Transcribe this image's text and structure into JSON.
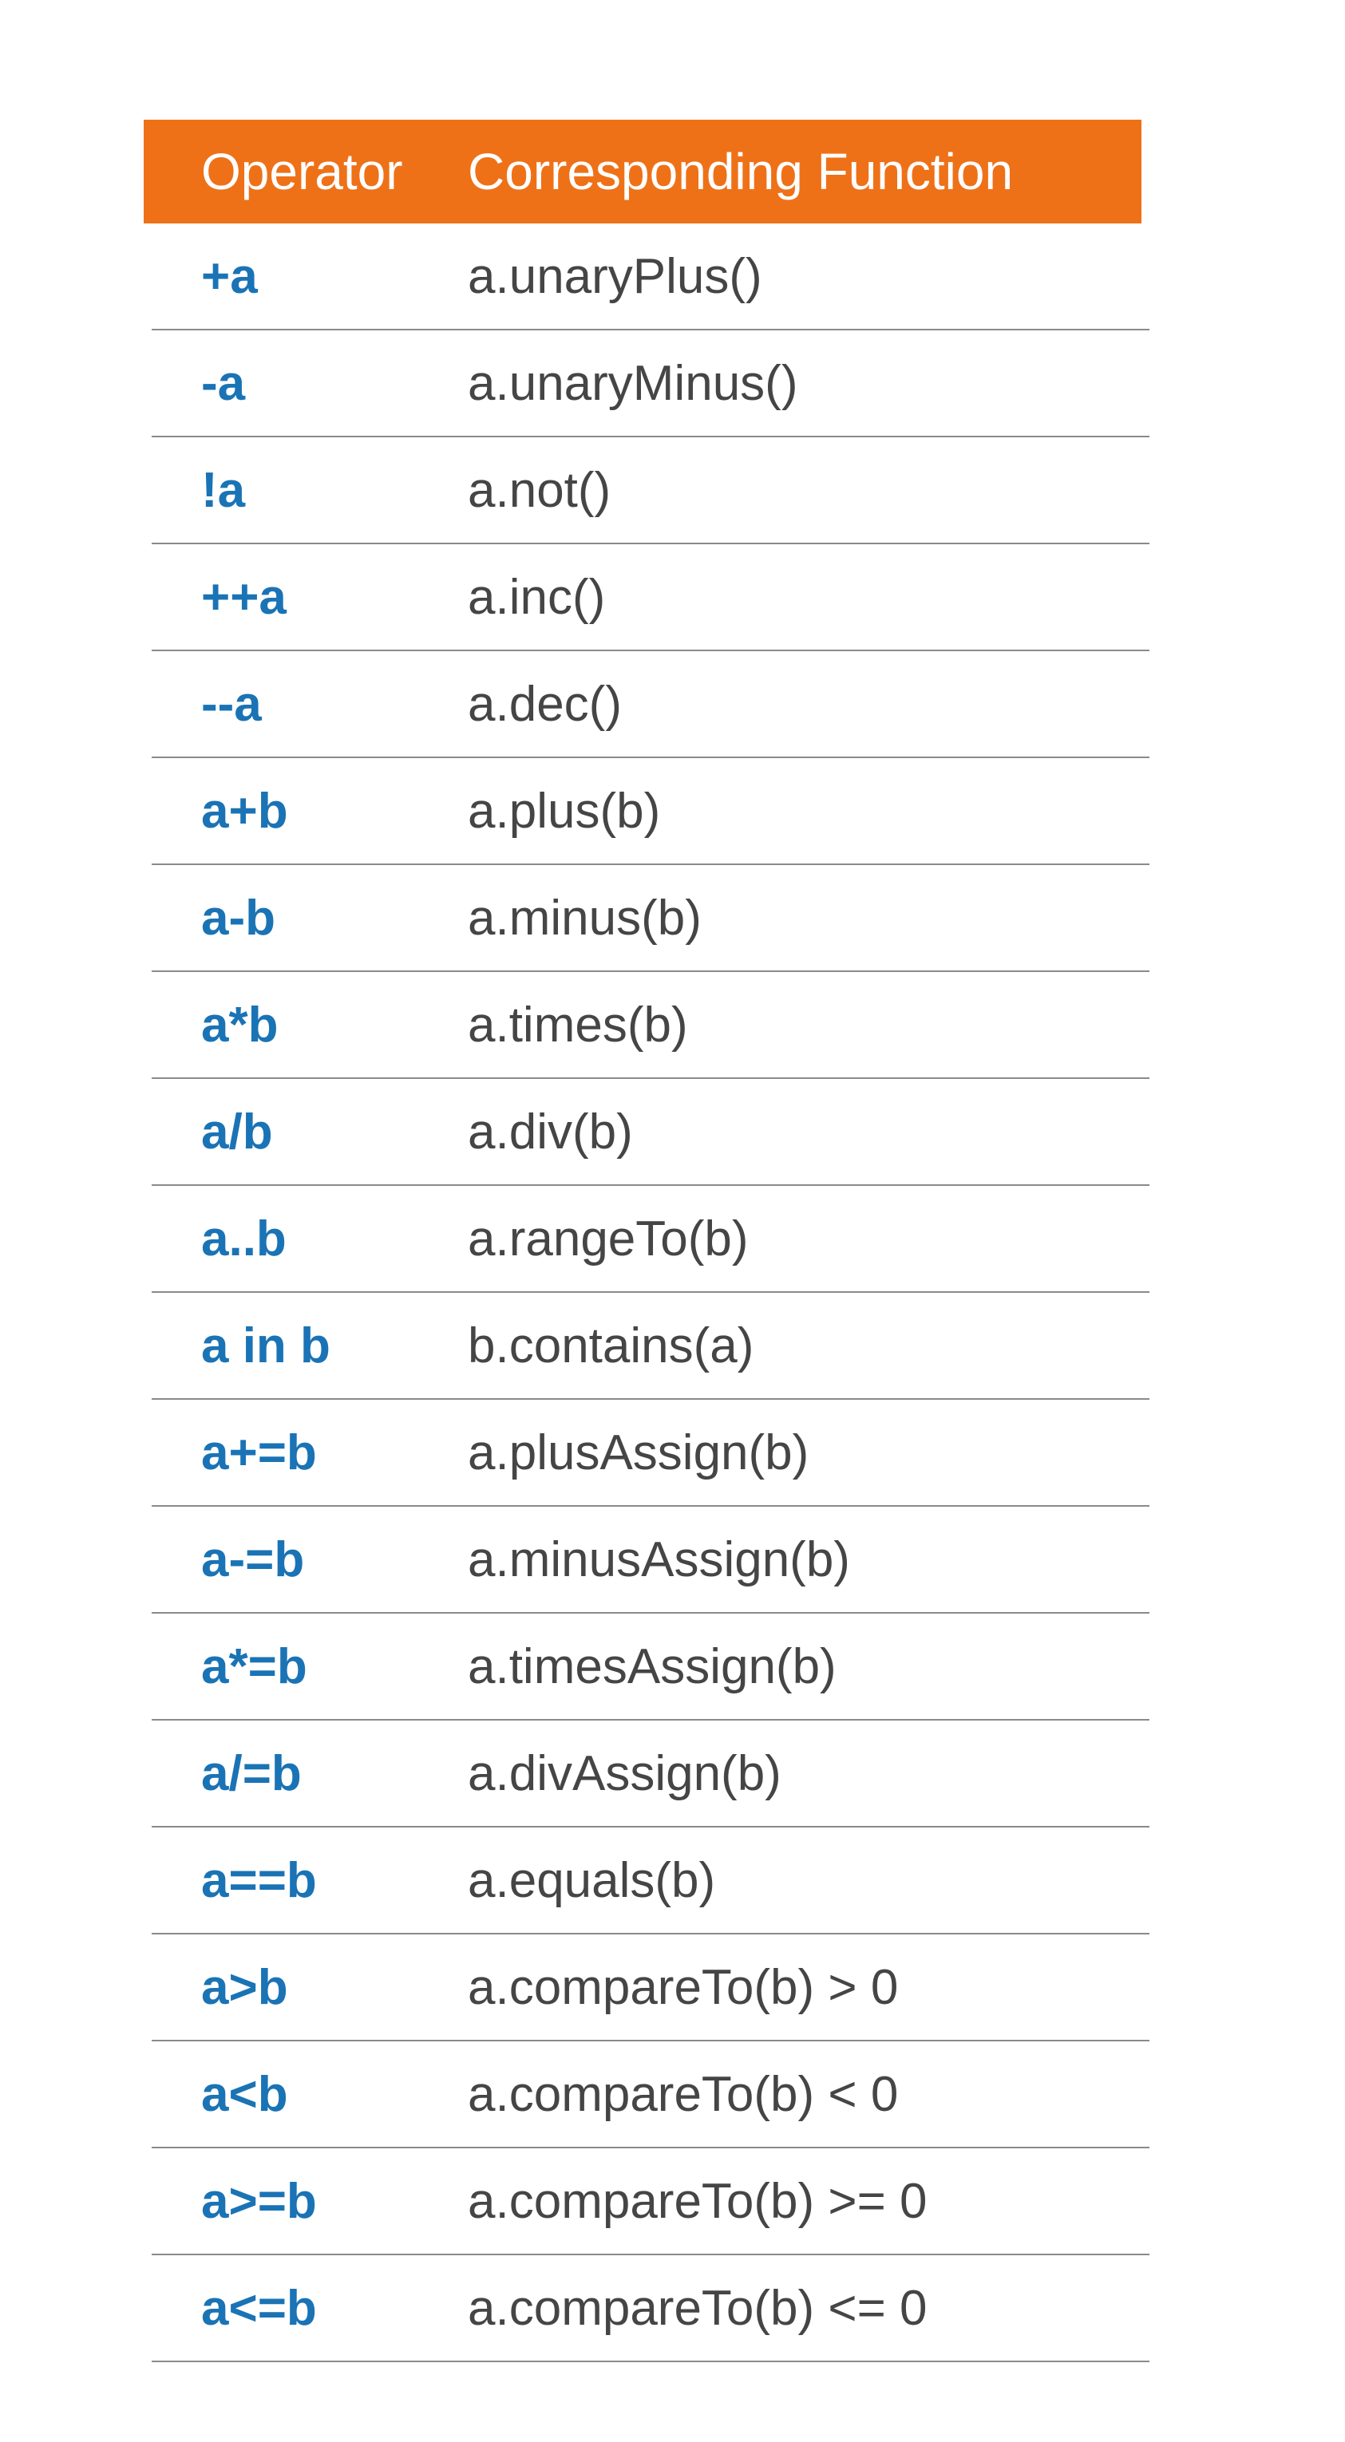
{
  "header": {
    "operator_label": "Operator",
    "function_label": "Corresponding Function"
  },
  "colors": {
    "header_bg": "#ee7118",
    "operator_text": "#1a73b5",
    "function_text": "#454545",
    "divider": "#8a8a8a"
  },
  "rows": [
    {
      "operator": "+a",
      "function": "a.unaryPlus()"
    },
    {
      "operator": "-a",
      "function": "a.unaryMinus()"
    },
    {
      "operator": "!a",
      "function": "a.not()"
    },
    {
      "operator": "++a",
      "function": "a.inc()"
    },
    {
      "operator": "--a",
      "function": "a.dec()"
    },
    {
      "operator": "a+b",
      "function": "a.plus(b)"
    },
    {
      "operator": "a-b",
      "function": "a.minus(b)"
    },
    {
      "operator": "a*b",
      "function": "a.times(b)"
    },
    {
      "operator": "a/b",
      "function": "a.div(b)"
    },
    {
      "operator": "a..b",
      "function": "a.rangeTo(b)"
    },
    {
      "operator": "a in b",
      "function": "b.contains(a)"
    },
    {
      "operator": "a+=b",
      "function": "a.plusAssign(b)"
    },
    {
      "operator": "a-=b",
      "function": "a.minusAssign(b)"
    },
    {
      "operator": "a*=b",
      "function": "a.timesAssign(b)"
    },
    {
      "operator": "a/=b",
      "function": "a.divAssign(b)"
    },
    {
      "operator": "a==b",
      "function": "a.equals(b)"
    },
    {
      "operator": "a>b",
      "function": "a.compareTo(b)  > 0"
    },
    {
      "operator": "a<b",
      "function": "a.compareTo(b)  < 0"
    },
    {
      "operator": "a>=b",
      "function": "a.compareTo(b)  >= 0"
    },
    {
      "operator": "a<=b",
      "function": "a.compareTo(b)  <= 0"
    }
  ]
}
